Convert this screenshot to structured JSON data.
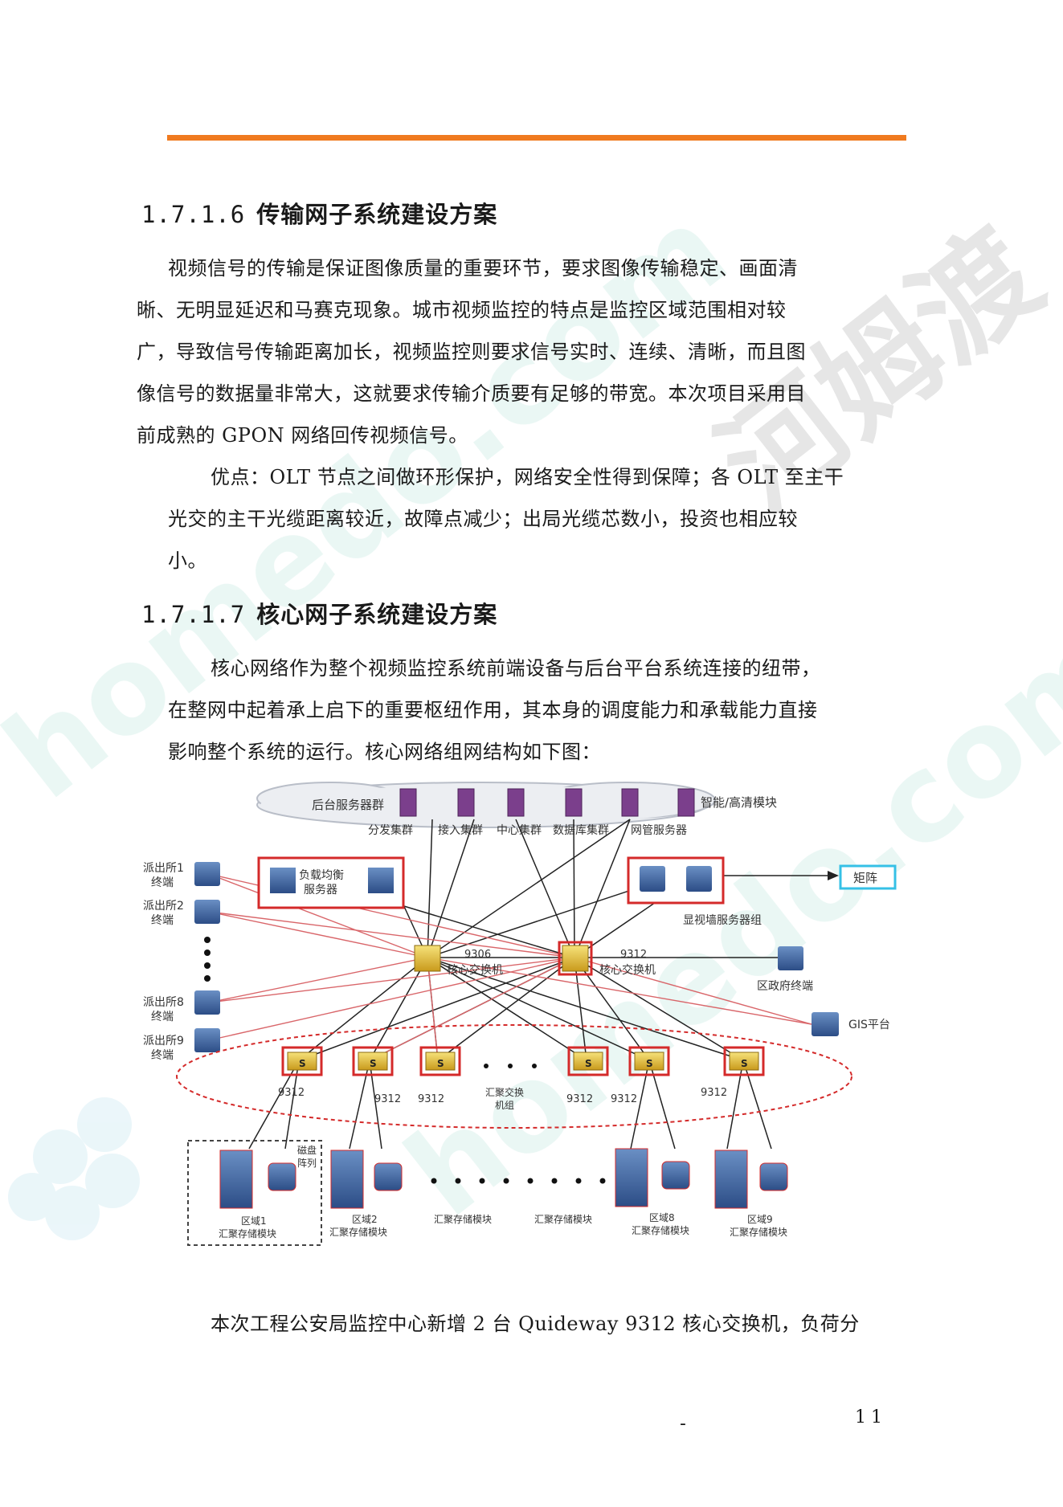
{
  "section1": {
    "number": "1.7.1.6",
    "title": "传输网子系统建设方案",
    "para1_lines": [
      "视频信号的传输是保证图像质量的重要环节，要求图像传输稳定、画面清",
      "晰、无明显延迟和马赛克现象。城市视频监控的特点是监控区域范围相对较",
      "广，导致信号传输距离加长，视频监控则要求信号实时、连续、清晰，而且图",
      "像信号的数据量非常大，这就要求传输介质要有足够的带宽。本次项目采用目",
      "前成熟的 GPON 网络回传视频信号。"
    ],
    "para2_lines": [
      "优点：OLT 节点之间做环形保护，网络安全性得到保障；各 OLT 至主干",
      "光交的主干光缆距离较近，故障点减少；出局光缆芯数小，投资也相应较",
      "小。"
    ]
  },
  "section2": {
    "number": "1.7.1.7",
    "title": "核心网子系统建设方案",
    "para1_lines": [
      "核心网络作为整个视频监控系统前端设备与后台平台系统连接的纽带，",
      "在整网中起着承上启下的重要枢纽作用，其本身的调度能力和承载能力直接",
      "影响整个系统的运行。核心网络组网结构如下图："
    ],
    "para2_lines": [
      "本次工程公安局监控中心新增 2 台 Quideway  9312 核心交换机，负荷分"
    ]
  },
  "diagram": {
    "cloud_label": "后台服务器群",
    "top_module": "智能/高清模块",
    "server_labels": [
      "分发集群",
      "接入集群",
      "中心集群",
      "数据库集群",
      "网管服务器"
    ],
    "lb_label_1": "负载均衡",
    "lb_label_2": "服务器",
    "display_group": "显视墙服务器组",
    "matrix": "矩阵",
    "core1_model": "9306",
    "core1_label": "核心交换机",
    "core2_model": "9312",
    "core2_label": "核心交换机",
    "gov_terminal": "区政府终端",
    "gis": "GIS平台",
    "stations": [
      {
        "l1": "派出所1",
        "l2": "终端"
      },
      {
        "l1": "派出所2",
        "l2": "终端"
      },
      {
        "l1": "派出所8",
        "l2": "终端"
      },
      {
        "l1": "派出所9",
        "l2": "终端"
      }
    ],
    "agg_models": [
      "9312",
      "9312",
      "9312",
      "9312",
      "9312",
      "9312"
    ],
    "agg_group_l1": "汇聚交换",
    "agg_group_l2": "机组",
    "switch_letter": "S",
    "disk_l1": "磁盘",
    "disk_l2": "阵列",
    "region1_l1": "区域1",
    "region2_l1": "区域2",
    "region8_l1": "区域8",
    "region9_l1": "区域9",
    "storage_label": "汇聚存储模块"
  },
  "watermark": {
    "cn": "河姆渡",
    "en": "homedo.com"
  },
  "footer": {
    "dash": "-",
    "page": "11"
  }
}
